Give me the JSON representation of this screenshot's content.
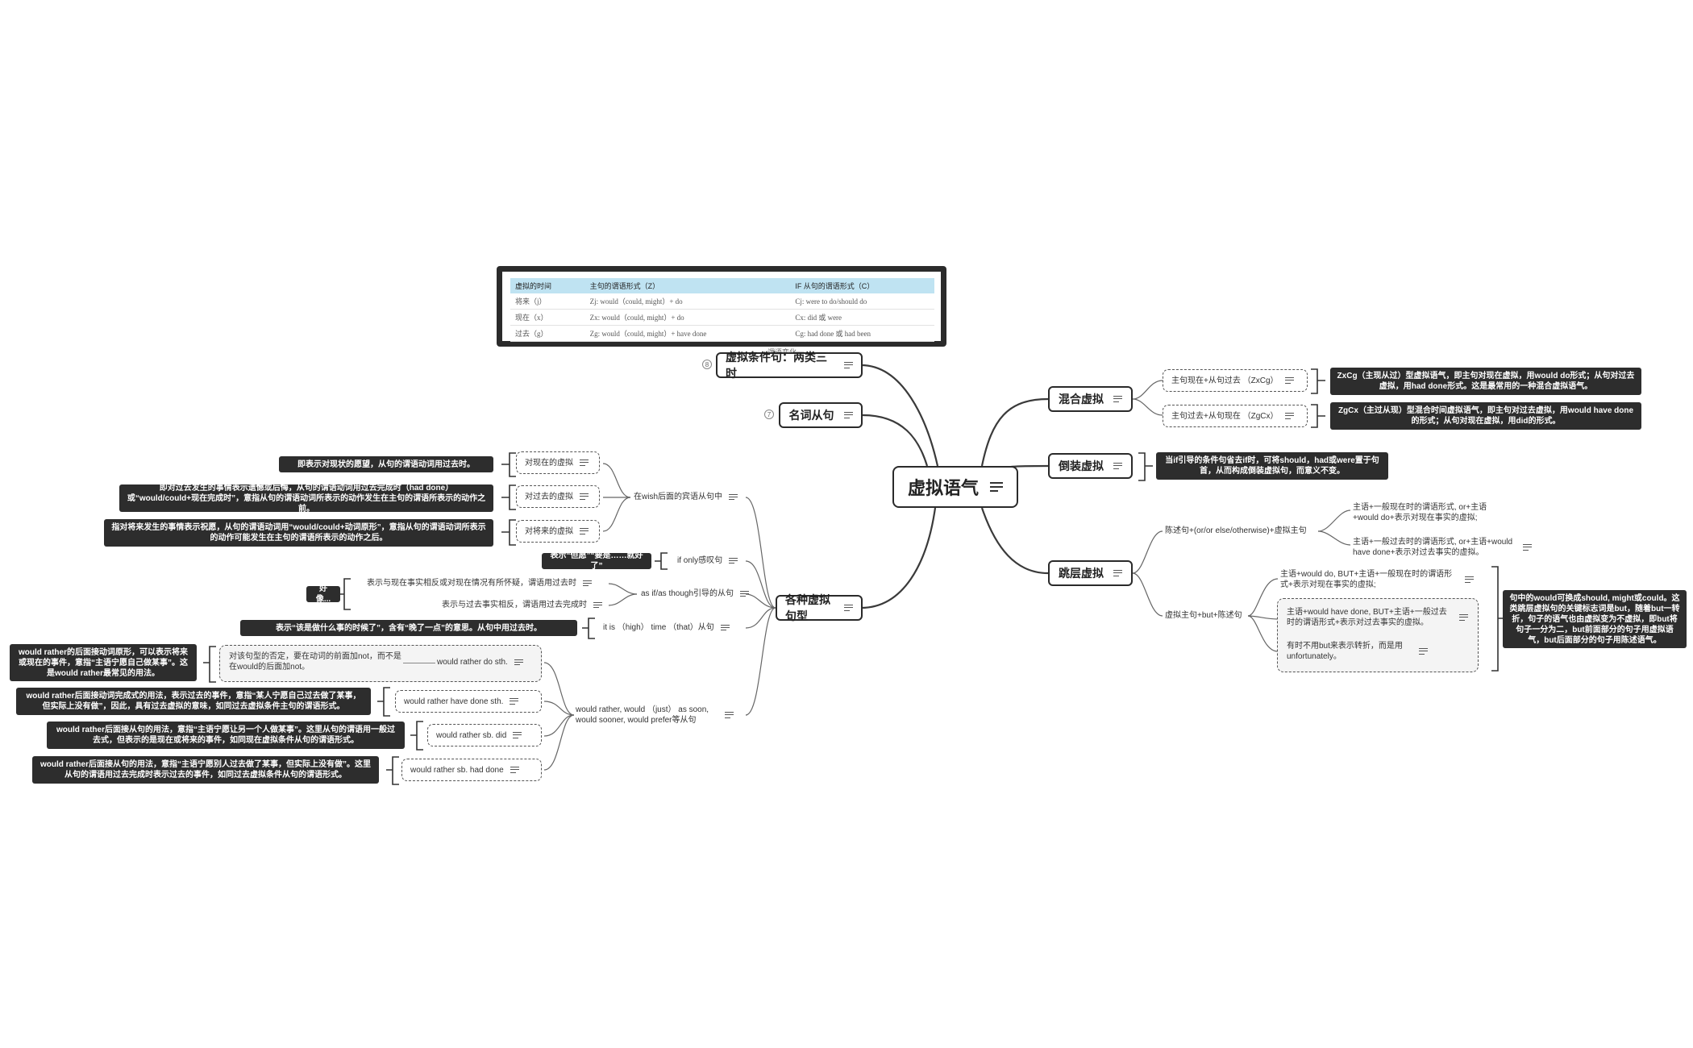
{
  "root": {
    "label": "虚拟语气"
  },
  "table": {
    "headers": [
      "虚拟的时间",
      "主句的谓语形式（Z）",
      "IF 从句的谓语形式（C）"
    ],
    "rows": [
      [
        "将来（j）",
        "Zj: would（could, might）+ do",
        "Cj: were to do/should do"
      ],
      [
        "现在（x）",
        "Zx: would（could, might）+ do",
        "Cx: did 或 were"
      ],
      [
        "过去（g）",
        "Zg: would（could, might）+ have done",
        "Cg: had done 或 had been"
      ]
    ],
    "caption": "谓语变化"
  },
  "left": {
    "conditional": {
      "label": "虚拟条件句：两类三时",
      "badge": "8"
    },
    "noun_clause": {
      "label": "名词从句",
      "badge": "7"
    },
    "various": {
      "label": "各种虚拟句型",
      "wish": {
        "label": "在wish后面的宾语从句中",
        "items": [
          {
            "label": "对现在的虚拟",
            "note": "即表示对现状的愿望，从句的谓语动词用过去时。"
          },
          {
            "label": "对过去的虚拟",
            "note": "即对过去发生的事情表示遗憾或后悔，从句的谓语动词用过去完成时（had done）或“would/could+现在完成时”，意指从句的谓语动词所表示的动作发生在主句的谓语所表示的动作之前。"
          },
          {
            "label": "对将来的虚拟",
            "note": "指对将来发生的事情表示祝愿，从句的谓语动词用“would/could+动词原形”，意指从句的谓语动词所表示的动作可能发生在主句的谓语所表示的动作之后。"
          }
        ]
      },
      "if_only": {
        "label": "if only感叹句",
        "note": "表示“但愿”“要是……就好了”"
      },
      "as_if": {
        "label": "as if/as though引导的从句",
        "items": [
          "表示与现在事实相反或对现在情况有所怀疑，谓语用过去时",
          "表示与过去事实相反，谓语用过去完成时"
        ],
        "note": "好像..."
      },
      "it_is_time": {
        "label": "it is （high） time （that）从句",
        "note": "表示“该是做什么事的时候了”，含有“晚了一点”的意思。从句中用过去时。"
      },
      "would_rather": {
        "label": "would rather, would （just） as soon, would sooner, would prefer等从句",
        "group_note": "对该句型的否定，要在动词的前面加not，而不是在would的后面加not。",
        "items": [
          {
            "label": "would rather do sth.",
            "note": "would rather的后面接动词原形，可以表示将来或现在的事件，意指“主语宁愿自己做某事”。这是would rather最常见的用法。"
          },
          {
            "label": "would rather have done sth.",
            "note": "would rather后面接动词完成式的用法，表示过去的事件，意指“某人宁愿自己过去做了某事，但实际上没有做”，因此，具有过去虚拟的意味，如同过去虚拟条件主句的谓语形式。"
          },
          {
            "label": "would rather sb. did",
            "note": "would rather后面接从句的用法，意指“主语宁愿让另一个人做某事”。这里从句的谓语用一般过去式，但表示的是现在或将来的事件，如同现在虚拟条件从句的谓语形式。"
          },
          {
            "label": "would rather sb. had done",
            "note": "would rather后面接从句的用法，意指“主语宁愿别人过去做了某事，但实际上没有做”。这里从句的谓语用过去完成时表示过去的事件，如同过去虚拟条件从句的谓语形式。"
          }
        ]
      }
    }
  },
  "right": {
    "mixed": {
      "label": "混合虚拟",
      "items": [
        {
          "label": "主句现在+从句过去 （ZxCg）",
          "note": "ZxCg（主现从过）型虚拟语气，即主句对现在虚拟，用would do形式；从句对过去虚拟，用had done形式。这是最常用的一种混合虚拟语气。"
        },
        {
          "label": "主句过去+从句现在 （ZgCx）",
          "note": "ZgCx（主过从现）型混合时间虚拟语气，即主句对过去虚拟，用would have done的形式；从句对现在虚拟，用did的形式。"
        }
      ]
    },
    "inverted": {
      "label": "倒装虚拟",
      "note": "当if引导的条件句省去if时，可将should，had或were置于句首，从而构成倒装虚拟句，而意义不变。"
    },
    "implied": {
      "label": "跳层虚拟",
      "statement": {
        "label": "陈述句+(or/or else/otherwise)+虚拟主句",
        "items": [
          "主语+一般现在时的谓语形式, or+主语+would do+表示对现在事实的虚拟;",
          "主语+一般过去时的谓语形式, or+主语+would have done+表示对过去事实的虚拟。"
        ]
      },
      "but": {
        "label": "虚拟主句+but+陈述句",
        "items": [
          "主语+would do, BUT+主语+一般现在时的谓语形式+表示对现在事实的虚拟;",
          "主语+would have done, BUT+主语+一般过去时的谓语形式+表示对过去事实的虚拟。",
          "有时不用but来表示转折，而是用unfortunately。"
        ],
        "note": "句中的would可换成should, might或could。这类跳层虚拟句的关键标志词是but，随着but一转折，句子的语气也由虚拟变为不虚拟，即but将句子一分为二，but前面部分的句子用虚拟语气，but后面部分的句子用陈述语气。"
      }
    }
  }
}
